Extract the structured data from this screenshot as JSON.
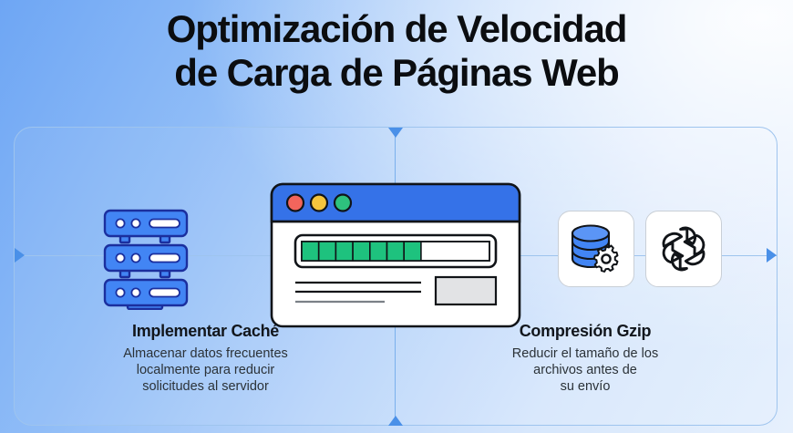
{
  "title": {
    "line1": "Optimización de Velocidad",
    "line2": "de Carga de Páginas Web"
  },
  "panel": {
    "left_cell": {
      "heading": "Implementar Caché",
      "body_line1": "Almacenar datos frecuentes",
      "body_line2": "localmente para reducir",
      "body_line3": "solicitudes al servidor",
      "icon": "server-rack-icon"
    },
    "right_cell": {
      "heading": "Compresión Gzip",
      "body_line1": "Reducir el tamaño de los",
      "body_line2": "archivos antes de",
      "body_line3": "su envío",
      "icons": [
        "database-gear-icon",
        "openai-logo-icon"
      ]
    },
    "center_illustration": {
      "icon": "browser-window-icon",
      "traffic_lights": [
        "red",
        "yellow",
        "green"
      ],
      "progress_segments_filled": 7,
      "progress_segments_total": 11,
      "content_lines": 3,
      "has_image_block": true
    }
  },
  "colors": {
    "background_from": "#6ea6f4",
    "background_to": "#e6f0fd",
    "panel_border": "#9ec4ee",
    "divider": "#7ab0ec",
    "marker": "#4a90e8",
    "brand_blue": "#4285f4",
    "brand_blue_dark": "#1b2f9e",
    "progress_green": "#1ec27e",
    "title_bar_blue": "#3572e8",
    "light_red": "#f2655c",
    "light_yellow": "#f5c53d",
    "light_green": "#2ec27e",
    "text_dark": "#12161c",
    "text_body": "#2b3238",
    "card_border": "#c9cfd6",
    "image_block": "#e2e3e5"
  }
}
